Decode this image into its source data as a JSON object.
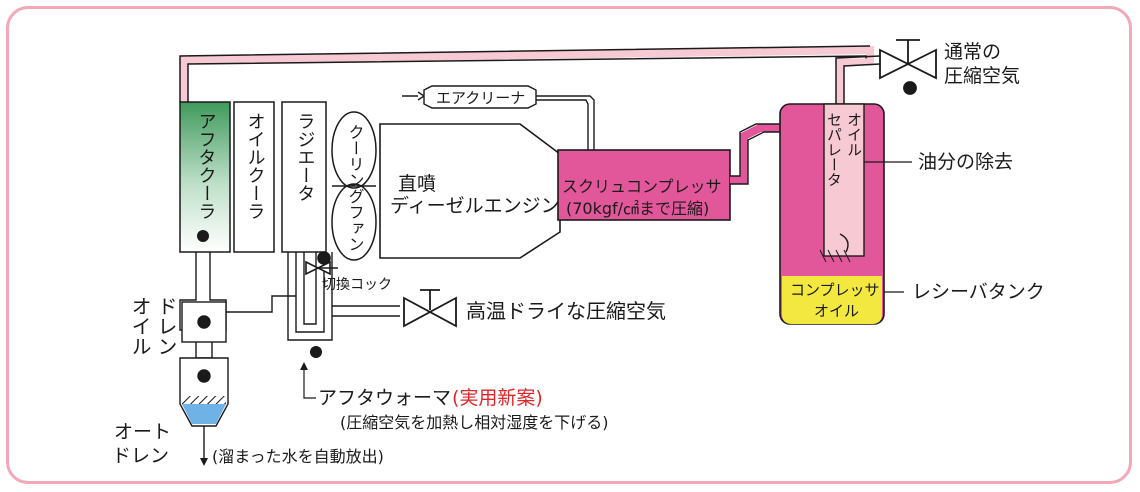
{
  "labels": {
    "normal_air_1": "通常の",
    "normal_air_2": "圧縮空気",
    "oil_removal": "油分の除去",
    "receiver_tank": "レシーバタンク",
    "hot_dry_air": "高温ドライな圧縮空気",
    "switch_cock": "切換コック",
    "afterwarmer": "アフタウォーマ",
    "utility_model": "(実用新案)",
    "afterwarmer_note": "(圧縮空気を加熱し相対湿度を下げる)",
    "auto_drain_1": "オート",
    "auto_drain_2": "ドレン",
    "auto_drain_note": "(溜まった水を自動放出)",
    "drain_a": "ドレン",
    "drain_b": "オイル",
    "direct_inj": "直噴",
    "diesel": "ディーゼルエンジン",
    "compressor_1": "スクリュコンプレッサ",
    "compressor_2": "(70kgf/㎠まで圧縮)",
    "air_cleaner": "エアクリーナ",
    "aftercooler": "アフタクーラ",
    "oil_cooler": "オイルクーラ",
    "radiator": "ラジエータ",
    "cooling_fan": "クーリングファン",
    "oil_separator_a": "オイル",
    "oil_separator_b": "セパレータ",
    "compressor_oil_1": "コンプレッサ",
    "compressor_oil_2": "オイル"
  },
  "colors": {
    "border": "#f4a8b7",
    "pipe": "#f6c9d3",
    "compressor": "#e2569a",
    "tank": "#e2569a",
    "oil": "#f2e840",
    "aftercooler_top": "#3f9a5c",
    "water": "#6fb3e6",
    "accent_red": "#e1262a"
  }
}
